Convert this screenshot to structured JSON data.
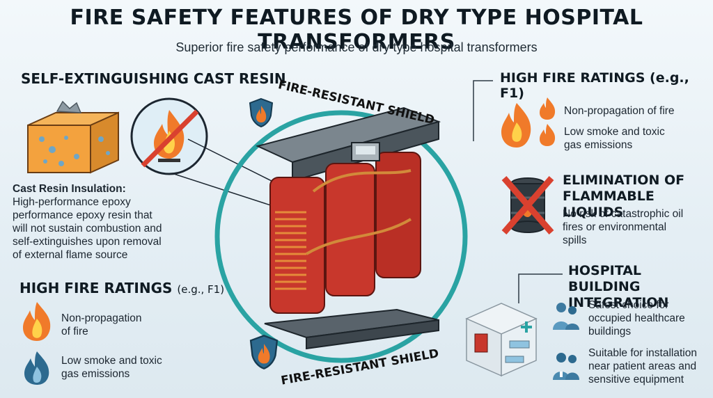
{
  "header": {
    "title": "FIRE SAFETY FEATURES OF DRY TYPE HOSPITAL TRANSFORMERS",
    "subtitle": "Superior fire safety performance of dry type hospital transformers"
  },
  "left": {
    "cast_resin": {
      "heading": "SELF-EXTINGUISHING CAST RESIN",
      "desc_title": "Cast Resin Insulation:",
      "desc_lines": [
        "High-performance epoxy",
        "performance epoxy resin that",
        "will not sustain combustion and",
        "self-extinguishes upon removal",
        "of external flame source"
      ]
    },
    "ratings": {
      "heading_main": "HIGH FIRE RATINGS",
      "heading_note": "(e.g., F1)",
      "item1_lines": [
        "Non-propagation",
        "of fire"
      ],
      "item2_lines": [
        "Low smoke and toxic",
        "gas emissions"
      ]
    }
  },
  "center": {
    "shield_top": "FIRE-RESISTANT SHIELD",
    "shield_bottom": "FIRE-RESISTANT SHIELD"
  },
  "right": {
    "ratings": {
      "heading": "HIGH FIRE RATINGS (e.g., F1)",
      "item1": "Non-propagation of fire",
      "item2_lines": [
        "Low smoke and toxic",
        "gas emissions"
      ]
    },
    "liquids": {
      "heading_lines": [
        "ELIMINATION OF",
        "FLAMMABLE LIQUIDS"
      ],
      "desc_lines": [
        "No risk of catastrophic oil",
        "fires or environmental",
        "spills"
      ]
    },
    "hospital": {
      "heading_lines": [
        "HOSPITAL BUILDING",
        "INTEGRATION"
      ],
      "item1_lines": [
        "Safest choice for",
        "occupied healthcare",
        "buildings"
      ],
      "item2_lines": [
        "Suitable for installation",
        "near patient areas and",
        "sensitive equipment"
      ]
    }
  },
  "colors": {
    "accent_teal": "#2aa3a3",
    "fire_orange": "#f07a2a",
    "coil_red": "#c8372c",
    "cross_red": "#d9412f"
  }
}
